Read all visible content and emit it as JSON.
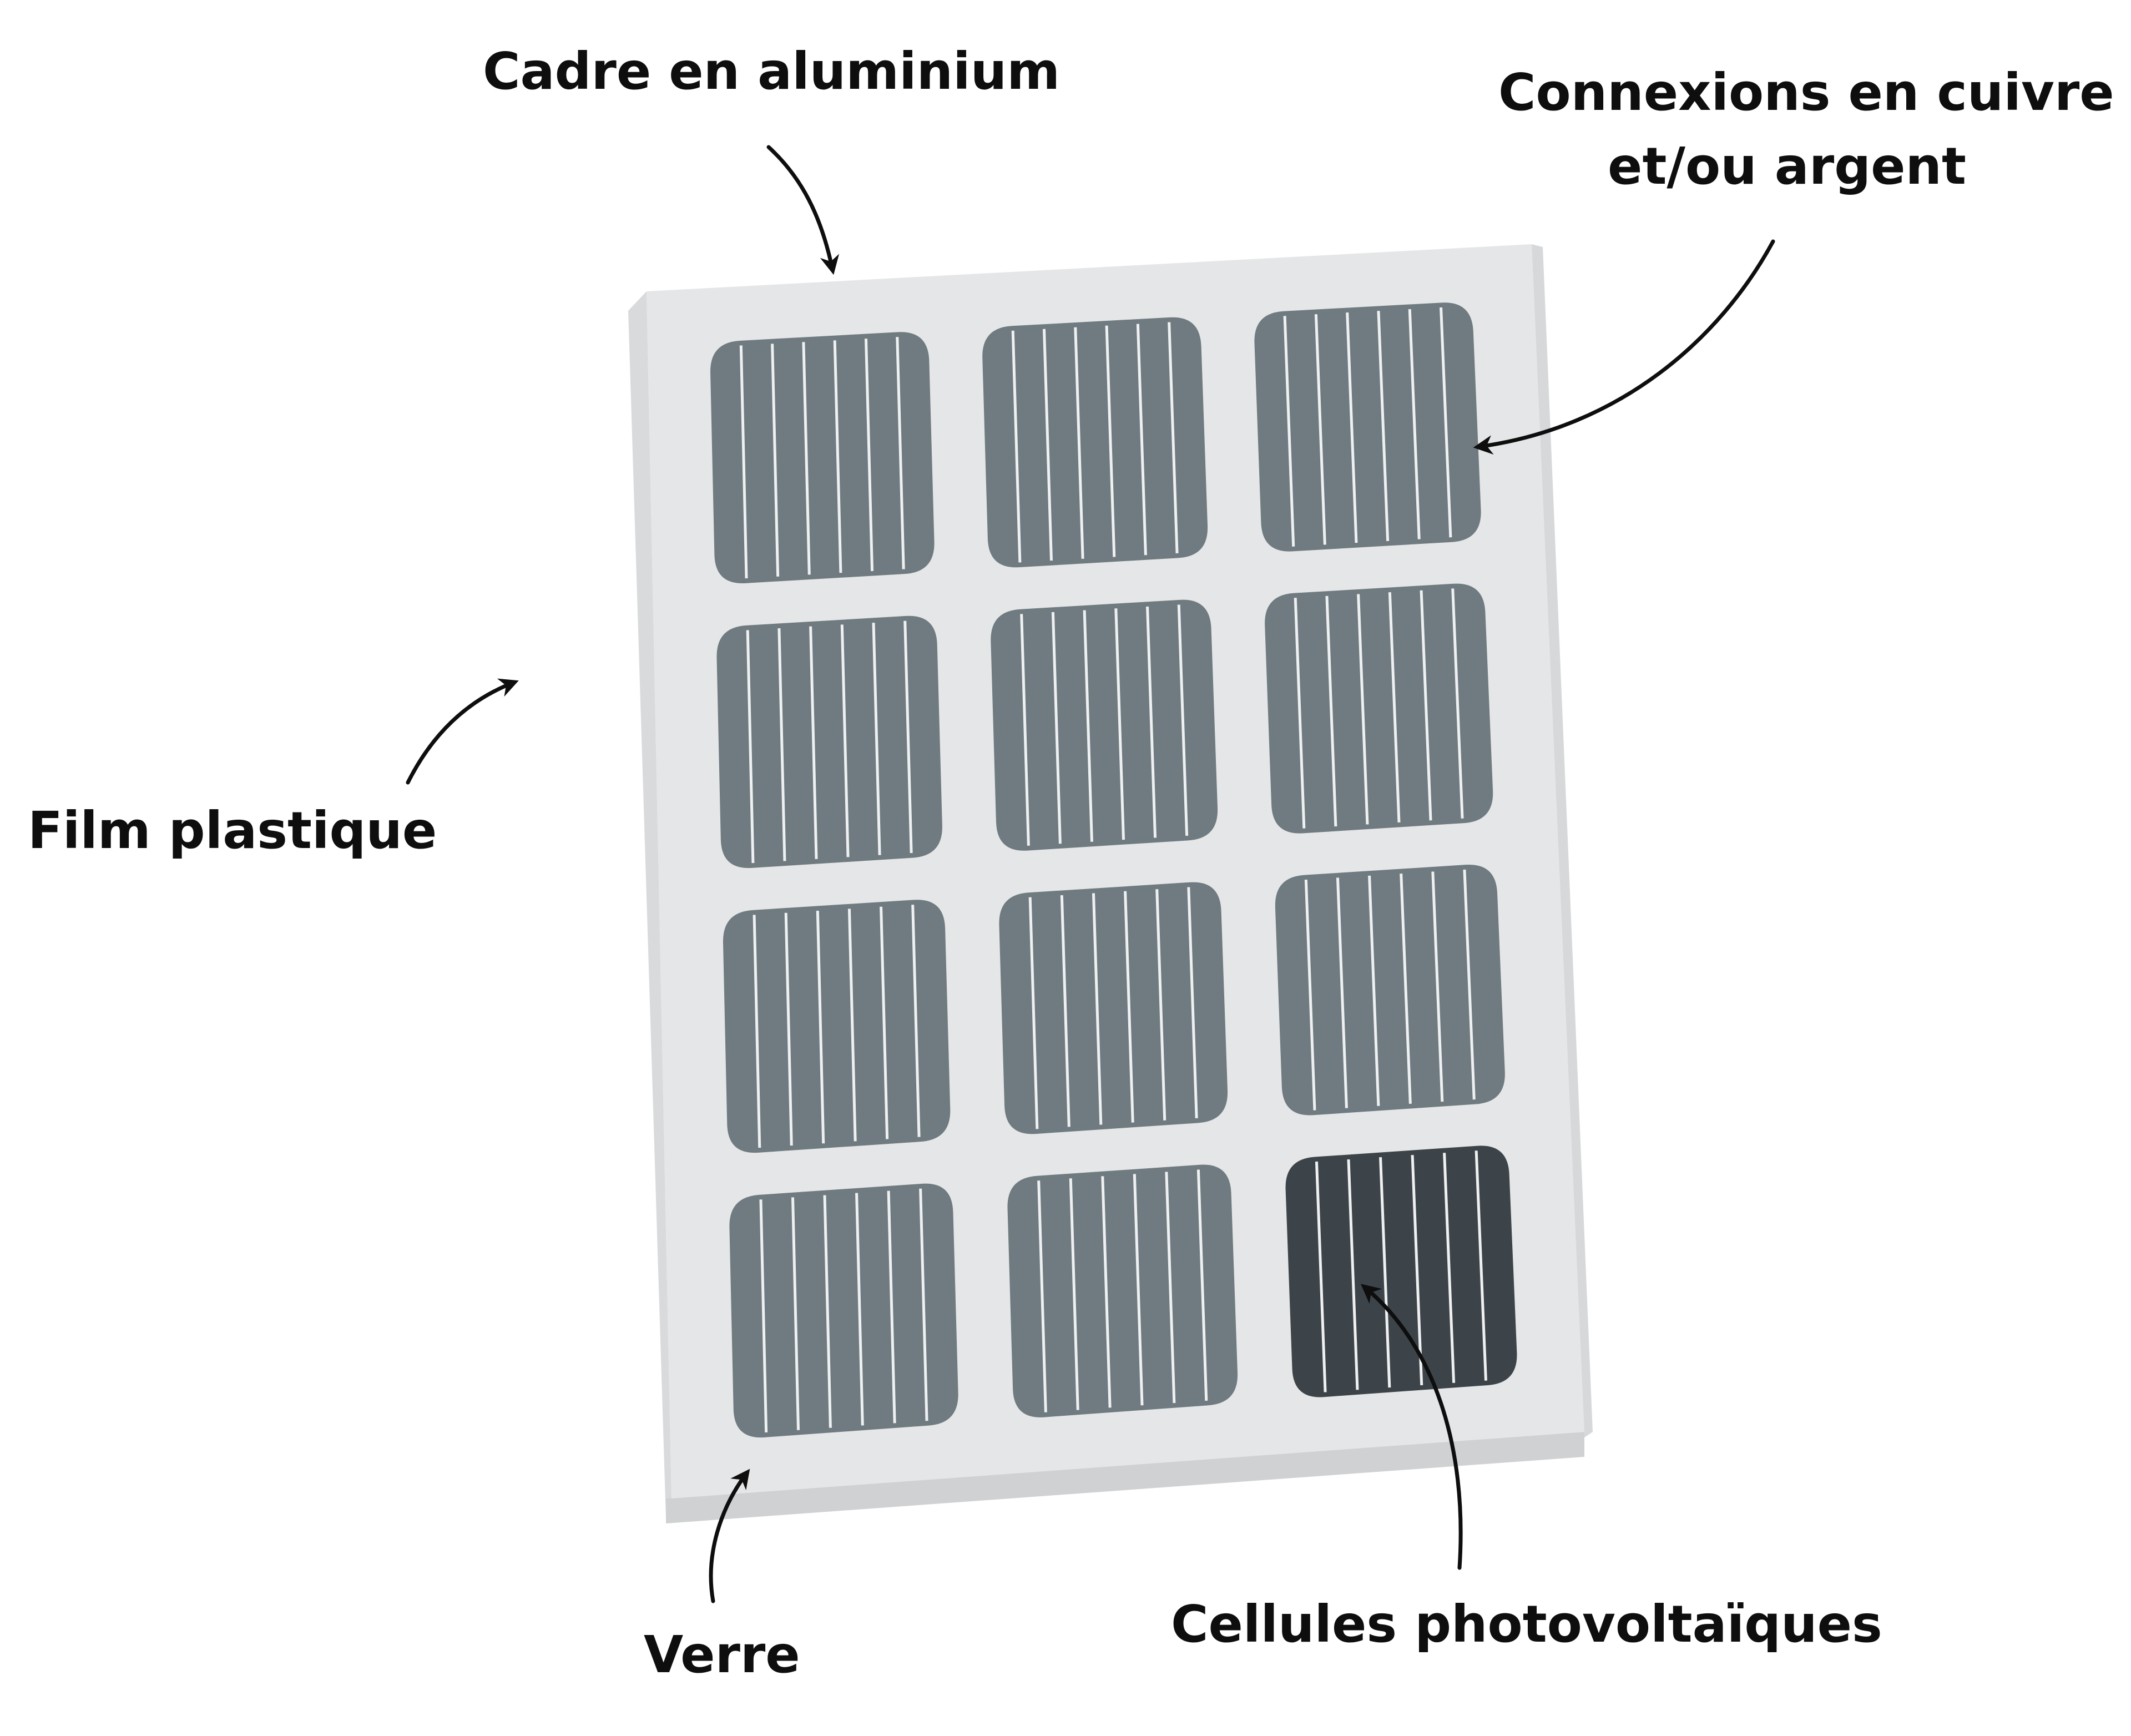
{
  "labels": {
    "cadre": "Cadre en aluminium",
    "connexions_line1": "Connexions en cuivre",
    "connexions_line2": "et/ou argent",
    "film": "Film plastique",
    "verre": "Verre",
    "cellules": "Cellules photovoltaïques"
  },
  "panel": {
    "rows": 4,
    "columns": 3,
    "busbars_per_cell": 6,
    "highlighted_cell": [
      3,
      2
    ]
  },
  "colors": {
    "panel_face": "#e5e6e7",
    "panel_edge": "#cfd1d3",
    "cell": "#6f7b80",
    "cell_highlight": "#3d4449",
    "busbar": "#eef0f1",
    "text": "#0e0e0e",
    "arrow": "#0e0e0e"
  }
}
